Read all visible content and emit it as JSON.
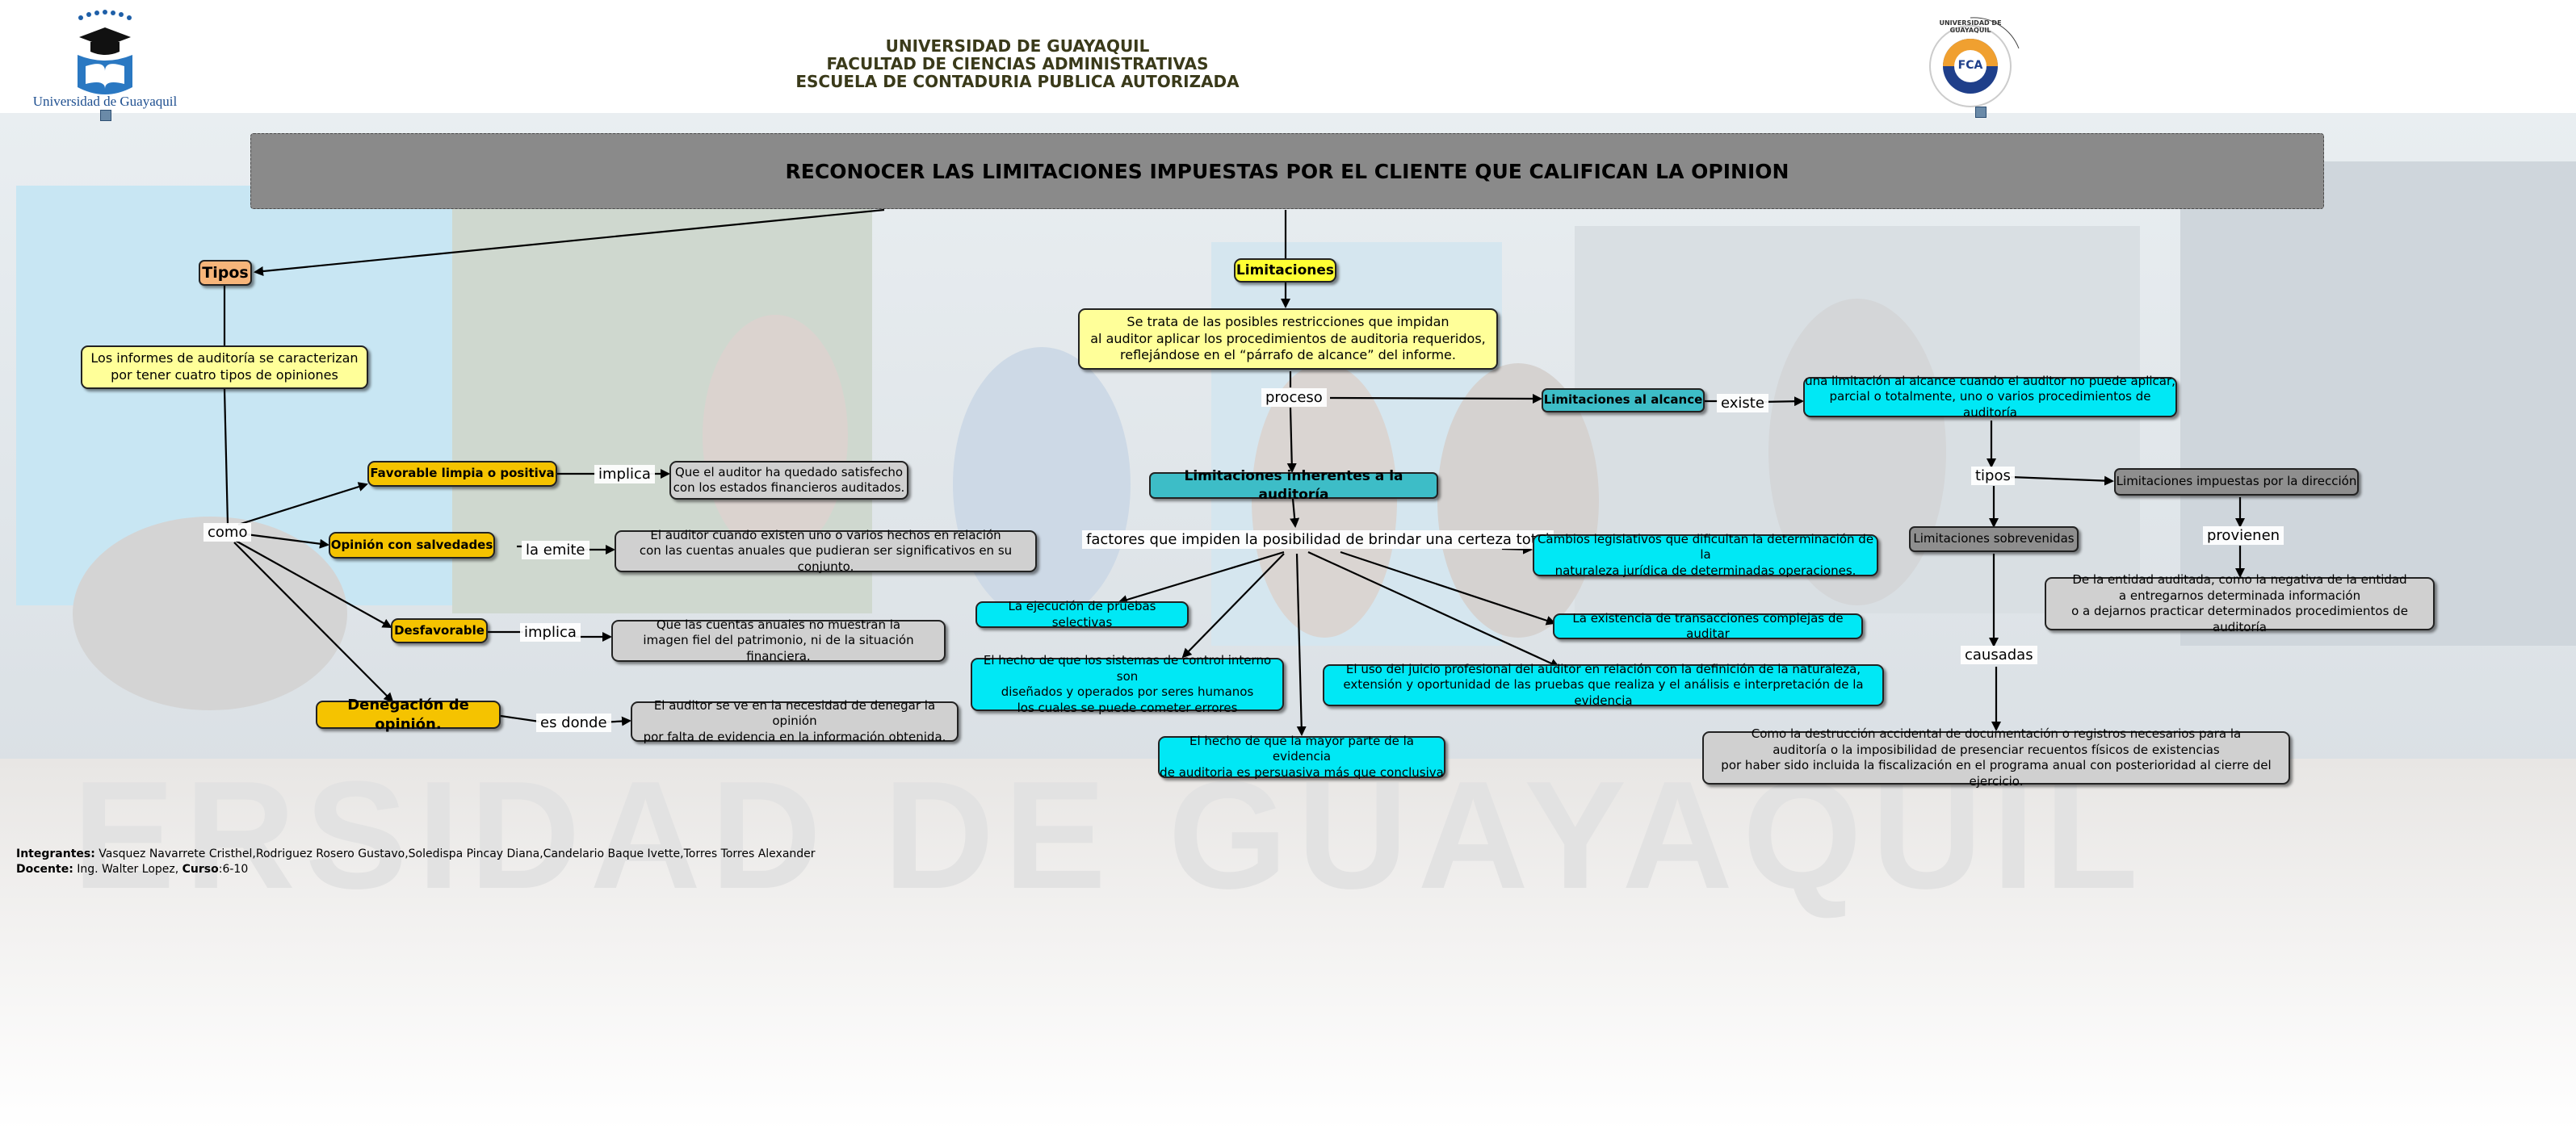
{
  "header": {
    "university": "UNIVERSIDAD DE GUAYAQUIL",
    "faculty": "FACULTAD DE CIENCIAS ADMINISTRATIVAS",
    "school": "ESCUELA DE CONTADURIA PUBLICA AUTORIZADA",
    "left_logo_caption": "Universidad de Guayaquil",
    "right_logo_text": "UNIVERSIDAD DE GUAYAQUIL",
    "right_logo_badge": "FCA"
  },
  "title": "RECONOCER LAS LIMITACIONES IMPUESTAS POR EL CLIENTE QUE CALIFICAN LA OPINION",
  "concepts": {
    "tipos": "Tipos",
    "tipos_desc": "Los informes de auditoría se caracterizan\npor tener cuatro tipos de opiniones",
    "favorable": "Favorable limpia o positiva",
    "favorable_desc": "Que el auditor ha quedado satisfecho\ncon los estados financieros auditados.",
    "salvedades": "Opinión con salvedades",
    "salvedades_desc": "El auditor cuando existen uno o varios hechos en relación\ncon las cuentas anuales que pudieran ser significativos en su conjunto.",
    "desfavorable": "Desfavorable",
    "desfavorable_desc": "Que las cuentas anuales no muestran la\nimagen fiel del patrimonio, ni de la situación financiera.",
    "denegacion": "Denegación de opinión.",
    "denegacion_desc": "El auditor se ve en la necesidad de denegar la opinión\npor falta de evidencia en la información obtenida.",
    "limitaciones": "Limitaciones",
    "limitaciones_desc": "Se trata de las posibles restricciones que impidan\nal auditor aplicar los procedimientos de auditoria requeridos,\nreflejándose en el “párrafo de alcance” del informe.",
    "inherentes": "Limitaciones inherentes a la auditoría",
    "ejecucion": "La ejecución de pruebas selectivas",
    "control_interno": "El hecho de que los sistemas de control interno son\ndiseñados y operados por seres humanos\nlos cuales se puede cometer errores",
    "evidencia": "El hecho de que la mayor parte de la evidencia\nde auditoria es persuasiva más que conclusiva",
    "juicio": "El uso del juicio profesional del auditor en relación con la definición de la naturaleza,\nextensión y oportunidad de las pruebas que realiza y el análisis e interpretación de la evidencia",
    "transacciones": "La existencia de transacciones complejas de auditar",
    "cambios": "Cambios legislativos que dificultan la determinación de la\nnaturaleza jurídica de determinadas operaciones.",
    "alcance": "Limitaciones al alcance",
    "alcance_desc": "una limitación al alcance cuando el auditor no puede aplicar,\nparcial o totalmente, uno o varios procedimientos de auditoría",
    "direccion": "Limitaciones impuestas por la dirección",
    "direccion_desc": "De la entidad auditada, como la negativa de la entidad\na entregarnos determinada información\no a dejarnos practicar determinados procedimientos de auditoría",
    "sobrevenidas": "Limitaciones sobrevenidas",
    "sobrevenidas_desc": "Como la destrucción accidental de documentación o registros necesarios para la\nauditoría o la imposibilidad de presenciar recuentos físicos de existencias\npor haber sido incluida la fiscalización en el programa anual con posterioridad al cierre del ejercicio."
  },
  "phrases": {
    "como": "como",
    "implica1": "implica",
    "la_emite": "la emite",
    "implica2": "implica",
    "es_donde": "es donde",
    "proceso": "proceso",
    "existe": "existe",
    "factores": "factores que impiden la posibilidad de brindar una certeza total",
    "tipos2": "tipos",
    "provienen": "provienen",
    "causadas": "causadas"
  },
  "footer": {
    "integrantes_label": "Integrantes:",
    "integrantes": " Vasquez Navarrete Cristhel,Rodriguez Rosero Gustavo,Soledispa Pincay Diana,Candelario Baque Ivette,Torres Torres Alexander",
    "docente_label": "Docente:",
    "docente": " Ing. Walter Lopez, ",
    "curso_label": "Curso",
    "curso": ":6-10"
  }
}
